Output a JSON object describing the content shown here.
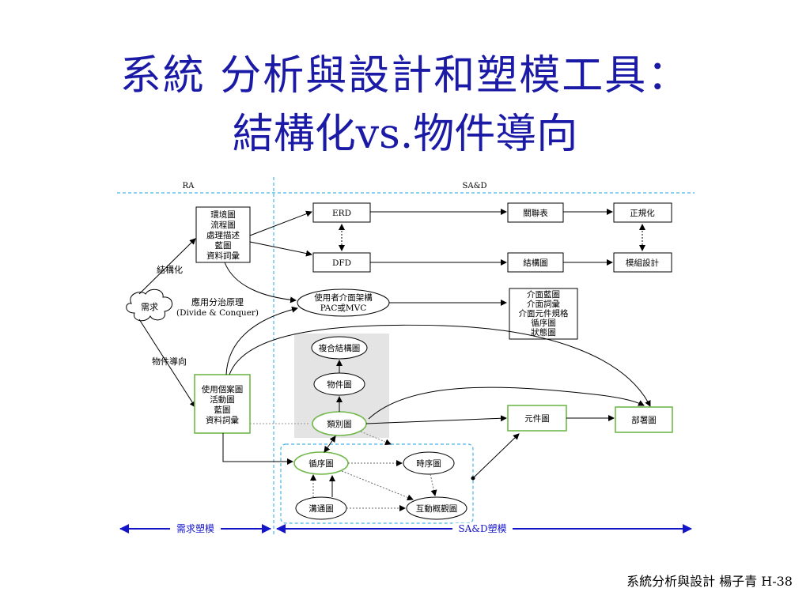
{
  "title": {
    "line1": "系統 分析與設計和塑模工具：",
    "line2": "結構化vs.物件導向"
  },
  "diagram": {
    "section_ra": "RA",
    "section_sad": "SA&D",
    "requirement": "需求",
    "structured_label": "結構化",
    "oo_label": "物件導向",
    "divide_conquer_line1": "應用分治原理",
    "divide_conquer_line2": "(Divide & Conquer)",
    "env_box": [
      "環境圖",
      "流程圖",
      "處理描述",
      "藍圖",
      "資料詞彙"
    ],
    "usecase_box": [
      "使用個案圖",
      "活動圖",
      "藍圖",
      "資料詞彙"
    ],
    "erd": "ERD",
    "dfd": "DFD",
    "relation_table": "關聯表",
    "normalization": "正規化",
    "structure_chart": "結構圖",
    "module_design": "模組設計",
    "ui_arch_line1": "使用者介面架構",
    "ui_arch_line2": "PAC或MVC",
    "interface_box": [
      "介面藍圖",
      "介面詞彙",
      "介面元件規格",
      "循序圖",
      "狀態圖"
    ],
    "composite_structure": "複合結構圖",
    "object_diagram": "物件圖",
    "class_diagram": "類別圖",
    "component_diagram": "元件圖",
    "deployment_diagram": "部署圖",
    "sequence_diagram": "循序圖",
    "timing_diagram": "時序圖",
    "communication_diagram": "溝通圖",
    "interaction_overview": "互動概觀圖",
    "req_modeling": "需求塑模",
    "sad_modeling": "SA&D塑模"
  },
  "footer": "系統分析與設計 楊子青 H-38",
  "colors": {
    "title": "#1a1aa6",
    "guide_dashed": "#46b4e6",
    "green_border": "#70b84a",
    "bottom_arrow": "#1414c8",
    "grey_panel": "#e4e4e4"
  }
}
